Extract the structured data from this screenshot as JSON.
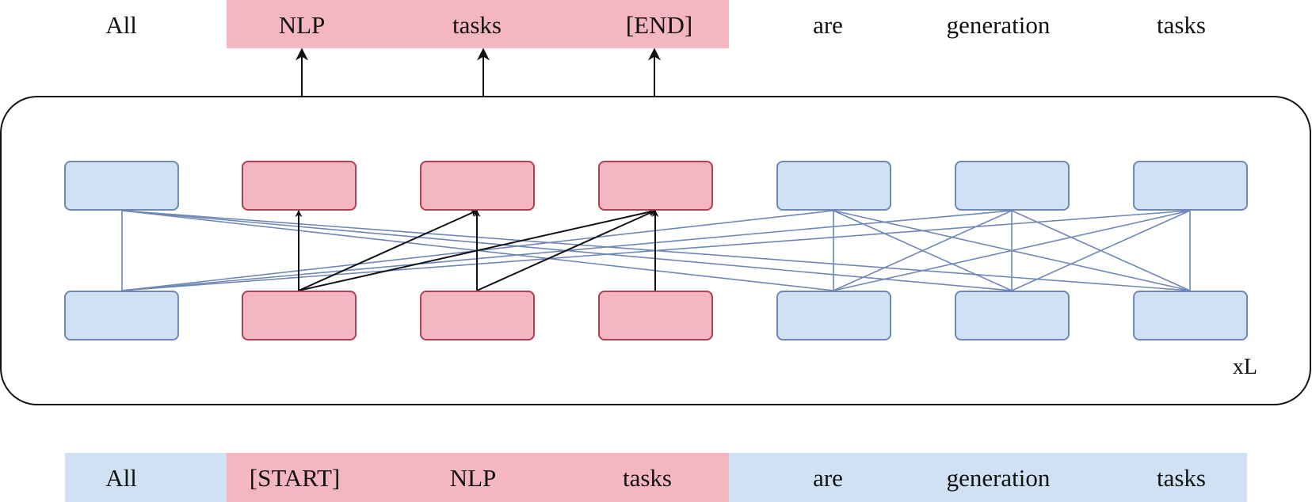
{
  "top_tokens": [
    "All",
    "NLP",
    "tasks",
    "[END]",
    "are",
    "generation",
    "tasks"
  ],
  "bottom_tokens": [
    "All",
    "[START]",
    "NLP",
    "tasks",
    "are",
    "generation",
    "tasks"
  ],
  "layer_label": "xL",
  "span": [
    1,
    2,
    3
  ],
  "colors": {
    "span_fill": "#f4b6c0",
    "span_stroke": "#b23f52",
    "context_fill": "#cfe1f3",
    "context_stroke": "#6e87b6",
    "context_line": "#6e87b6",
    "attention_arrow": "#111111"
  }
}
